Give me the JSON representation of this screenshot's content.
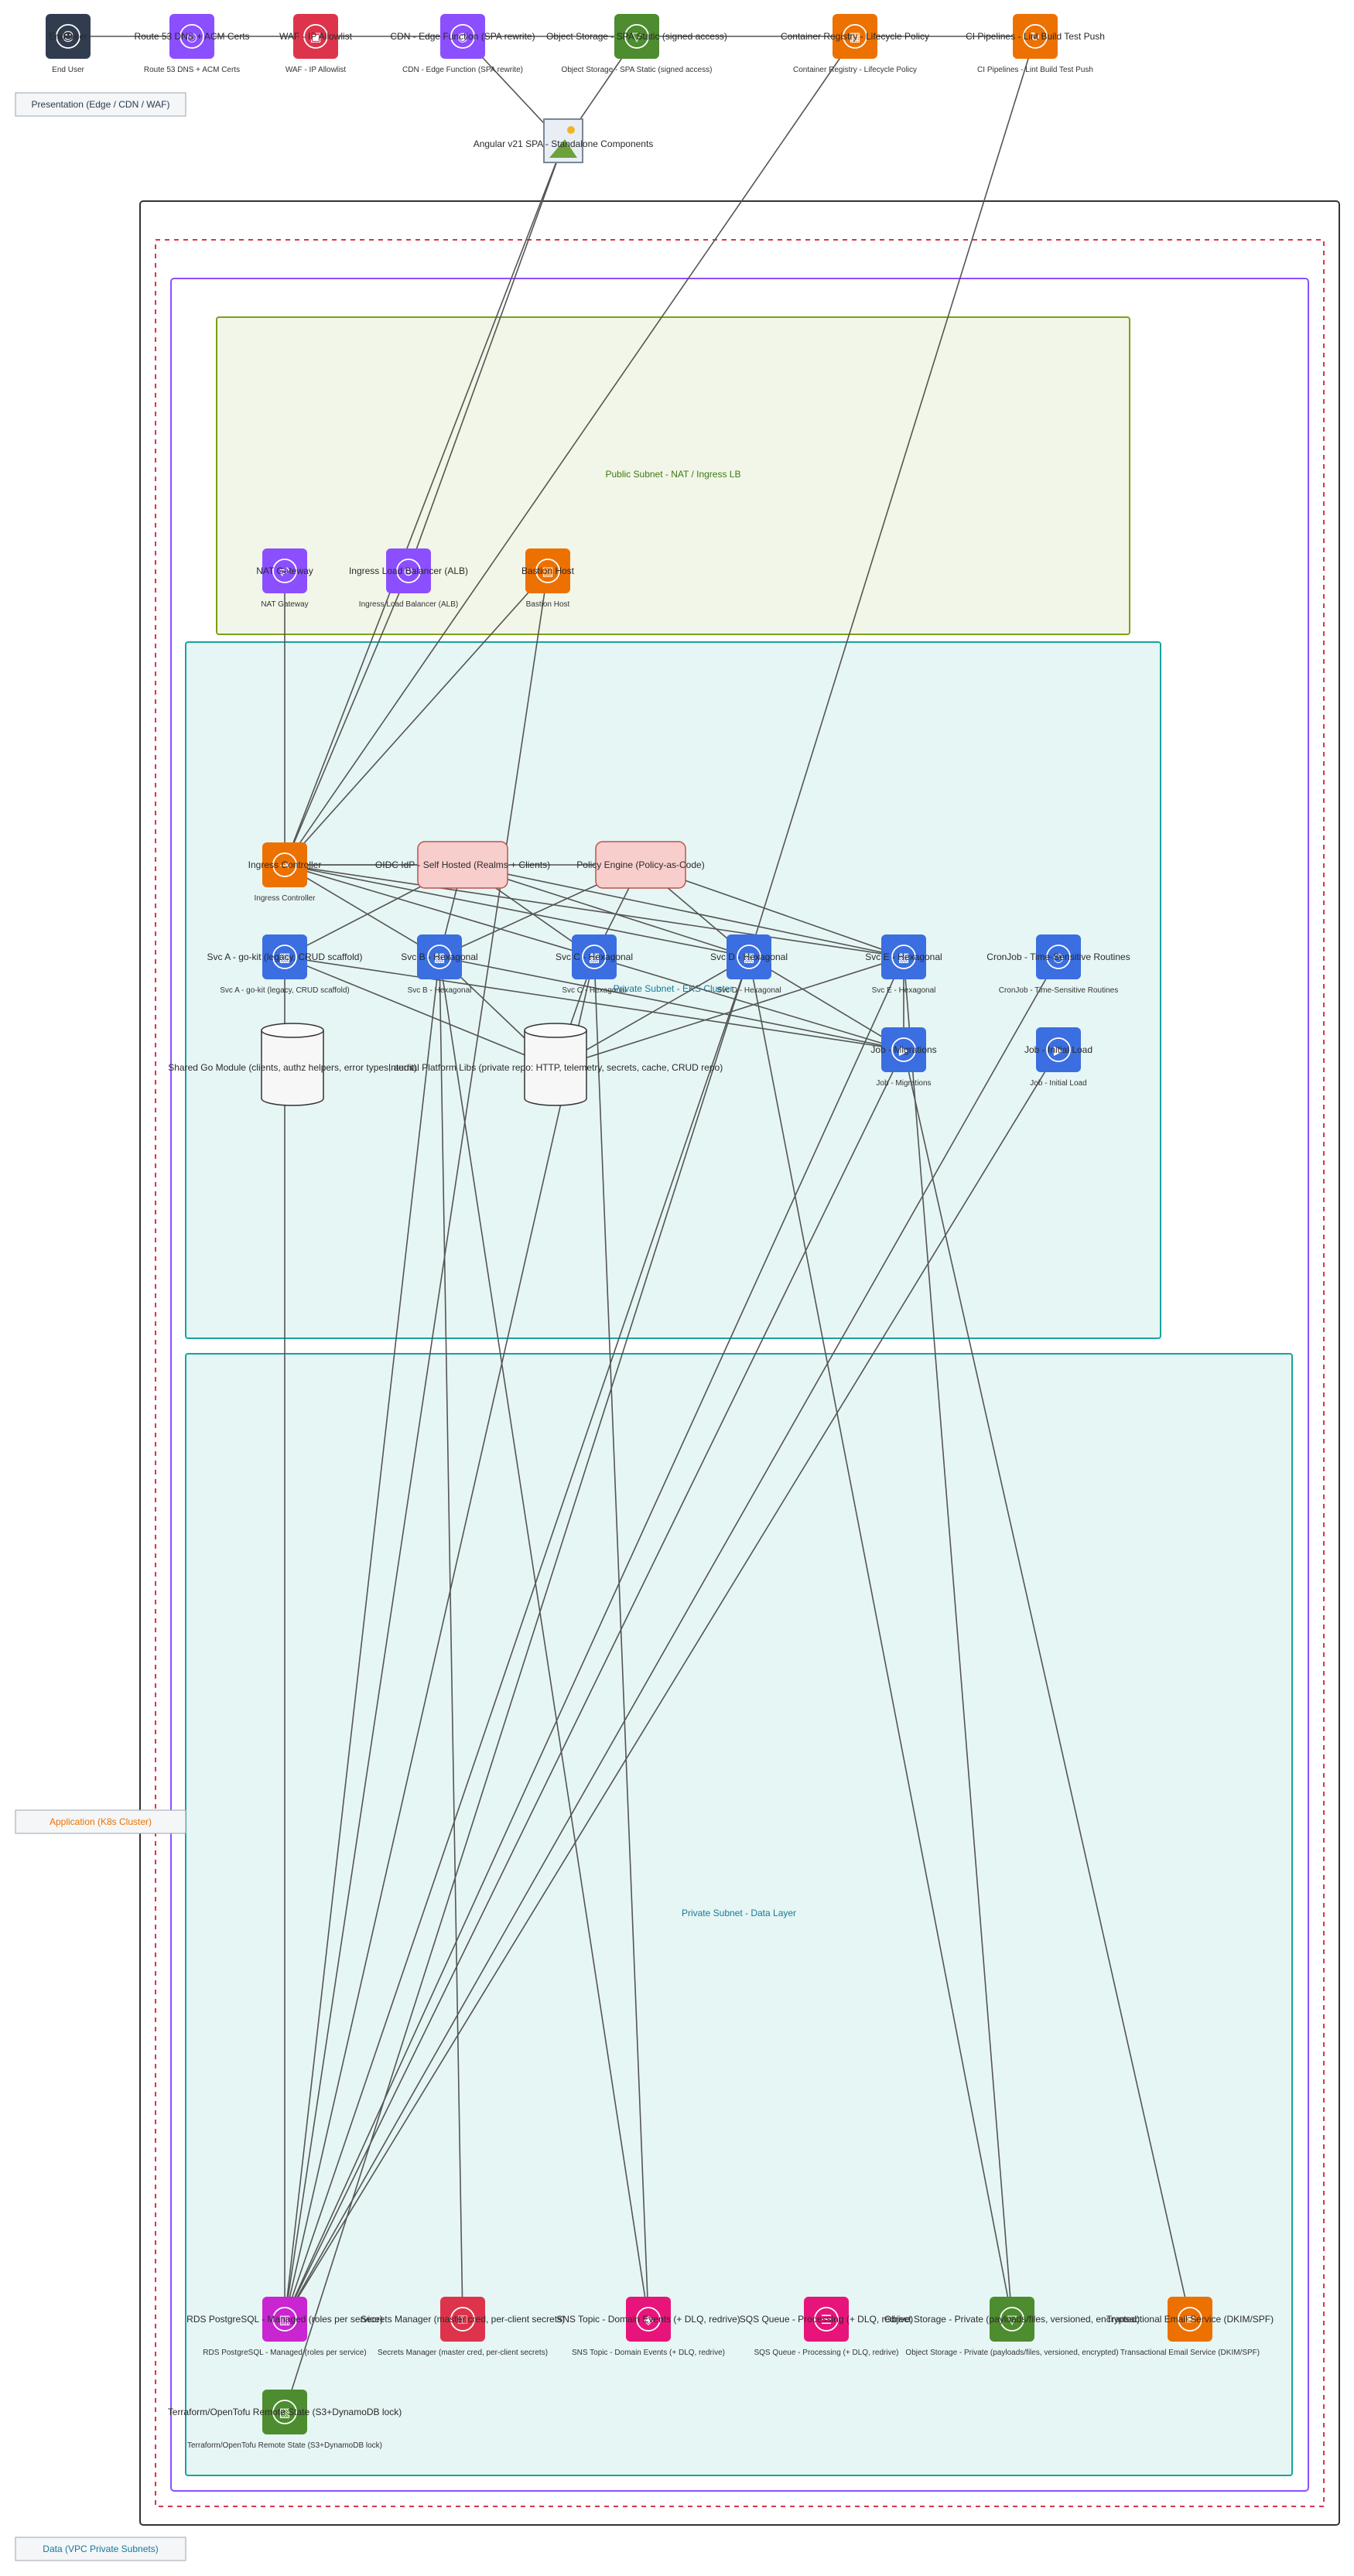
{
  "layers": {
    "presentation": "Presentation (Edge / CDN / WAF)",
    "application": "Application (K8s Cluster)",
    "data": "Data (VPC Private Subnets)"
  },
  "groups": {
    "public_subnet": "Public Subnet - NAT / Ingress LB",
    "private_eks": "Private Subnet - EKS Cluster",
    "private_data": "Private Subnet - Data Layer"
  },
  "top_row": [
    {
      "id": "user",
      "main": "End User",
      "sub": "End User",
      "icon": "user-icon",
      "color": "#313c4e"
    },
    {
      "id": "route53",
      "main": "Route 53 DNS + ACM Certs",
      "sub": "Route 53 DNS + ACM Certs",
      "icon": "dns-icon",
      "color": "#8c4fff"
    },
    {
      "id": "waf",
      "main": "WAF - IP Allowlist",
      "sub": "WAF - IP Allowlist",
      "icon": "firewall-icon",
      "color": "#dd344c"
    },
    {
      "id": "cdn",
      "main": "CDN - Edge Function (SPA rewrite)",
      "sub": "CDN - Edge Function (SPA rewrite)",
      "icon": "cdn-icon",
      "color": "#8c4fff"
    },
    {
      "id": "objstatic",
      "main": "Object Storage - SPA Static (signed access)",
      "sub": "Object Storage - SPA Static (signed access)",
      "icon": "bucket-icon",
      "color": "#4d8c2f"
    },
    {
      "id": "registry",
      "main": "Container Registry - Lifecycle Policy",
      "sub": "Container Registry - Lifecycle Policy",
      "icon": "registry-icon",
      "color": "#ed7100"
    },
    {
      "id": "ci",
      "main": "CI Pipelines - Lint Build Test Push",
      "sub": "CI Pipelines - Lint Build Test Push",
      "icon": "pipeline-icon",
      "color": "#ed7100"
    }
  ],
  "spa": {
    "label": "Angular v21 SPA - Standalone Components"
  },
  "public_nodes": [
    {
      "id": "nat",
      "main": "NAT Gateway",
      "sub": "NAT Gateway",
      "icon": "nat-icon",
      "color": "#8c4fff"
    },
    {
      "id": "alb",
      "main": "Ingress Load Balancer (ALB)",
      "sub": "Ingress Load Balancer (ALB)",
      "icon": "load-balancer-icon",
      "color": "#8c4fff"
    },
    {
      "id": "bastion",
      "main": "Bastion Host",
      "sub": "Bastion Host",
      "icon": "server-icon",
      "color": "#ed7100"
    }
  ],
  "eks_nodes": [
    {
      "id": "ingress",
      "main": "Ingress Controller",
      "sub": "Ingress Controller",
      "icon": "ingress-icon",
      "color": "#ed7100"
    },
    {
      "id": "svca",
      "main": "Svc A - go-kit (legacy, CRUD scaffold)",
      "sub": "Svc A - go-kit (legacy, CRUD scaffold)",
      "icon": "container-icon",
      "color": "#3b6ee0"
    },
    {
      "id": "svcb",
      "main": "Svc B - Hexagonal",
      "sub": "Svc B - Hexagonal",
      "icon": "container-icon",
      "color": "#3b6ee0"
    },
    {
      "id": "svcc",
      "main": "Svc C - Hexagonal",
      "sub": "Svc C - Hexagonal",
      "icon": "container-icon",
      "color": "#3b6ee0"
    },
    {
      "id": "svcd",
      "main": "Svc D - Hexagonal",
      "sub": "Svc D - Hexagonal",
      "icon": "container-icon",
      "color": "#3b6ee0"
    },
    {
      "id": "svce",
      "main": "Svc E - Hexagonal",
      "sub": "Svc E - Hexagonal",
      "icon": "container-icon",
      "color": "#3b6ee0"
    },
    {
      "id": "cron",
      "main": "CronJob - Time-Sensitive Routines",
      "sub": "CronJob - Time-Sensitive Routines",
      "icon": "clock-icon",
      "color": "#3b6ee0"
    },
    {
      "id": "migr",
      "main": "Job - Migrations",
      "sub": "Job - Migrations",
      "icon": "job-icon",
      "color": "#3b6ee0"
    },
    {
      "id": "initload",
      "main": "Job - Initial Load",
      "sub": "Job - Initial Load",
      "icon": "job-icon",
      "color": "#3b6ee0"
    }
  ],
  "boxes": [
    {
      "id": "oidc",
      "label": "OIDC IdP - Self Hosted (Realms + Clients)"
    },
    {
      "id": "policy",
      "label": "Policy Engine (Policy-as-Code)"
    }
  ],
  "cylinders": [
    {
      "id": "sharedgo",
      "label": "Shared Go Module (clients, authz helpers, error types, audit)"
    },
    {
      "id": "platlibs",
      "label": "Internal Platform Libs (private repo: HTTP, telemetry, secrets, cache, CRUD repo)"
    }
  ],
  "data_nodes": [
    {
      "id": "rds",
      "main": "RDS PostgreSQL - Managed (roles per service)",
      "sub": "RDS PostgreSQL - Managed (roles per service)",
      "icon": "database-icon",
      "color": "#c925d1"
    },
    {
      "id": "secrets",
      "main": "Secrets Manager (master cred, per-client secrets)",
      "sub": "Secrets Manager (master cred, per-client secrets)",
      "icon": "key-icon",
      "color": "#dd344c"
    },
    {
      "id": "sns",
      "main": "SNS Topic - Domain Events (+ DLQ, redrive)",
      "sub": "SNS Topic - Domain Events (+ DLQ, redrive)",
      "icon": "topic-icon",
      "color": "#e7157b"
    },
    {
      "id": "sqs",
      "main": "SQS Queue - Processing (+ DLQ, redrive)",
      "sub": "SQS Queue - Processing (+ DLQ, redrive)",
      "icon": "queue-icon",
      "color": "#e7157b"
    },
    {
      "id": "objpriv",
      "main": "Object Storage - Private (payloads/files, versioned, encrypted)",
      "sub": "Object Storage - Private (payloads/files, versioned, encrypted)",
      "icon": "bucket-icon",
      "color": "#4d8c2f"
    },
    {
      "id": "email",
      "main": "Transactional Email Service (DKIM/SPF)",
      "sub": "Transactional Email Service (DKIM/SPF)",
      "icon": "email-icon",
      "color": "#ed7100"
    },
    {
      "id": "tfstate",
      "main": "Terraform/OpenTofu Remote State (S3+DynamoDB lock)",
      "sub": "Terraform/OpenTofu Remote State (S3+DynamoDB lock)",
      "icon": "state-icon",
      "color": "#4d8c2f"
    }
  ],
  "edges": [
    [
      "user",
      "route53"
    ],
    [
      "route53",
      "waf"
    ],
    [
      "waf",
      "cdn"
    ],
    [
      "cdn",
      "objstatic"
    ],
    [
      "objstatic",
      "registry"
    ],
    [
      "registry",
      "ci"
    ],
    [
      "cdn",
      "spa"
    ],
    [
      "objstatic",
      "spa"
    ],
    [
      "spa",
      "alb"
    ],
    [
      "spa",
      "ingress"
    ],
    [
      "registry",
      "ingress"
    ],
    [
      "ci",
      "svcd"
    ],
    [
      "nat",
      "ingress"
    ],
    [
      "alb",
      "ingress"
    ],
    [
      "bastion",
      "ingress"
    ],
    [
      "bastion",
      "rds"
    ],
    [
      "ingress",
      "oidc"
    ],
    [
      "ingress",
      "policy"
    ],
    [
      "ingress",
      "svcb"
    ],
    [
      "ingress",
      "svcc"
    ],
    [
      "ingress",
      "svcd"
    ],
    [
      "ingress",
      "svce"
    ],
    [
      "svca",
      "oidc"
    ],
    [
      "svcb",
      "oidc"
    ],
    [
      "svcc",
      "oidc"
    ],
    [
      "svcd",
      "oidc"
    ],
    [
      "svce",
      "oidc"
    ],
    [
      "svcb",
      "policy"
    ],
    [
      "svcc",
      "policy"
    ],
    [
      "svcd",
      "policy"
    ],
    [
      "svce",
      "policy"
    ],
    [
      "svca",
      "platlibs"
    ],
    [
      "svcb",
      "platlibs"
    ],
    [
      "svcc",
      "platlibs"
    ],
    [
      "svcd",
      "platlibs"
    ],
    [
      "svce",
      "platlibs"
    ],
    [
      "svca",
      "migr"
    ],
    [
      "svcb",
      "migr"
    ],
    [
      "svcc",
      "migr"
    ],
    [
      "svcd",
      "migr"
    ],
    [
      "svce",
      "migr"
    ],
    [
      "svca",
      "rds"
    ],
    [
      "svcb",
      "rds"
    ],
    [
      "svcc",
      "rds"
    ],
    [
      "svcd",
      "rds"
    ],
    [
      "svce",
      "rds"
    ],
    [
      "cron",
      "rds"
    ],
    [
      "migr",
      "rds"
    ],
    [
      "initload",
      "rds"
    ],
    [
      "svcb",
      "secrets"
    ],
    [
      "svcb",
      "sns"
    ],
    [
      "svcc",
      "sns"
    ],
    [
      "svcd",
      "objpriv"
    ],
    [
      "svce",
      "objpriv"
    ],
    [
      "migr",
      "email"
    ],
    [
      "svcd",
      "tfstate"
    ]
  ]
}
